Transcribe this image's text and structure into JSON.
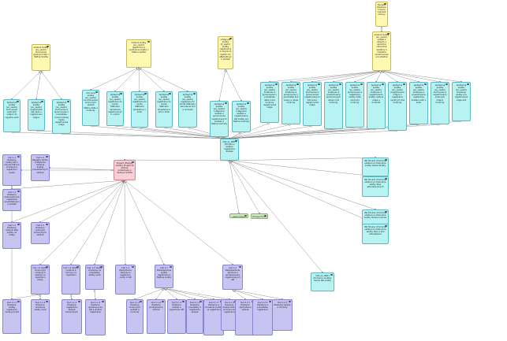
{
  "diagram": {
    "nodes": [
      {
        "id": "y_top",
        "color": "yellow",
        "text": "Zaviesti Riadenie trvania cezcelie zmlúvy"
      },
      {
        "id": "y1",
        "color": "yellow",
        "text": "Osobné služby (sú_vsetci) zlučovanie osobných dát v Štátne Služba"
      },
      {
        "id": "y2",
        "color": "yellow",
        "text": "Osobné služby (sú_vsetci) registrácia a využívanie služby v Štátne službe"
      },
      {
        "id": "y3",
        "color": "yellow",
        "text": "Integrujte služby (K_vsetci) služby registračný a migračný systém do eBalosťových služieb"
      },
      {
        "id": "y4",
        "color": "yellow",
        "text": "Osobné služby (sú_vsetci) služba a záujem o spoločné zdravotné systémy a zriadené oznamovanie pre ostatné"
      },
      {
        "id": "c1",
        "color": "cyan",
        "text": "Aplikačná služba (sú_vsetci) zlučovanie osobných údajov do registra osôb"
      },
      {
        "id": "c2",
        "color": "cyan",
        "text": "Aplikačná služba (sú_vsetci) poskytnutie dát osôb v registrovaní údajov"
      },
      {
        "id": "c3",
        "color": "cyan",
        "text": "Aplikačná služba (sú_vsetci) zlučovanie a spracovanie v prevádzke funkcionálnej logiky registrované údaje"
      },
      {
        "id": "c4",
        "color": "cyan",
        "text": "Koncová služba (sú_vsetci) kontrolovanie zmluvných služieb Štátne dáta a hodnoty"
      },
      {
        "id": "c5",
        "color": "cyan",
        "text": "Aplikačná služba (sú_vsetci) registrácia do konta Štátneho zariadenia registrovaných v kódu"
      },
      {
        "id": "c6",
        "color": "cyan",
        "text": "Aplikačná služba (sú_vsetci) registrácia do konta Štátneho zariadenia v kódu"
      },
      {
        "id": "c7",
        "color": "cyan",
        "text": "Aplikačná služba (sú_vsetci) registrácia do konta Štátneho zariadenia a kód v kódu"
      },
      {
        "id": "c8",
        "color": "cyan",
        "text": "Aplikačná služba (sú_vsetci) registrácia do konta Štátneho zariadenia kód a hodnota"
      },
      {
        "id": "c9",
        "color": "cyan",
        "text": "Aplikačná služba (sú_vsetci) Integrácia služieb a spracovanie registrovaných služieb a Štátne hodnoty"
      },
      {
        "id": "c10",
        "color": "cyan",
        "text": "Aplikačná služba (sú_vsetci) Integrácia služieb a registrovanie API služby pre Štátne hodnoty"
      },
      {
        "id": "c11",
        "color": "cyan",
        "text": "Aplikačná služba (sú_vsetci) zriadenie a spravovanie v prevádzke dáta a kód hodnoty registrované údaje"
      },
      {
        "id": "c12",
        "color": "cyan",
        "text": "Aplikačná služba (sú_vsetci) zriadenie a spravovanie v prevádzke kód osoby a údaje hodnoty"
      },
      {
        "id": "c13",
        "color": "cyan",
        "text": "Aplikačná služba (sú_vsetci) zlučovanie a spravovanie registrovaných dát osoby registrované údaje"
      },
      {
        "id": "c14",
        "color": "cyan",
        "text": "Aplikačná služba (sú_vsetci) zriadenie a poskytovanie spravovaných údajov kód hodnoty"
      },
      {
        "id": "c15",
        "color": "cyan",
        "text": "Aplikačná služba (sú_vsetci) spravovanie a registrácia služby dáta osôb kód hodnoty"
      },
      {
        "id": "c16",
        "color": "cyan",
        "text": "Aplikačná služba (sú_vsetci) zriadenie a registrovanie služby osobné údaje a hodnota"
      },
      {
        "id": "c17",
        "color": "cyan",
        "text": "Aplikačná služba (sú_vsetci) poskytovanie údajov z registrácie osobných dát hodnoty"
      },
      {
        "id": "c18",
        "color": "cyan",
        "text": "Aplikačná služba (sú_vsetci) zriadenie a poskytovanie registrácie služieb osôb v kódu"
      },
      {
        "id": "c19",
        "color": "cyan",
        "text": "Aplikačná služba (sú_vsetci) zlučovanie a registrovanie osobných údajov hodnoty"
      },
      {
        "id": "c20",
        "color": "cyan",
        "text": "Aplikačná služba (sú_vsetci) zriadenie služby pre registrované údaje kód"
      },
      {
        "id": "isr",
        "color": "cyan",
        "text": "ISR (sú_ISRT) (Primárnu služba) registrácia Služieb"
      },
      {
        "id": "isr1",
        "color": "cyan",
        "text": "ISR Štrukúr (Primárna služba) na zdravotné služby Verzia Služby"
      },
      {
        "id": "isr2",
        "color": "cyan",
        "text": "ISR Štrukúr (Primárna služba) na zdravotné služby Stav aktualizovaných"
      },
      {
        "id": "isr3",
        "color": "cyan",
        "text": "ISR Štrukúr (Primárna služba) na zdravotné služby Verzia hodnota"
      },
      {
        "id": "isr4",
        "color": "cyan",
        "text": "ISR Štrukúr (Primárna služba) na zdravotné služby Stav a kód aktualizácie"
      },
      {
        "id": "isr5",
        "color": "cyan",
        "text": "ISR (sú_ISRT) (Primárnu služba) Verzie ISR služby"
      },
      {
        "id": "pink",
        "color": "pink",
        "text": "Projekt (Modely služby) Projekčné dátové požiadavky a riadenie Služba"
      },
      {
        "id": "g1",
        "color": "green",
        "text": "Avani Cloud"
      },
      {
        "id": "g2",
        "color": "green",
        "text": "Orange Cloud"
      },
      {
        "id": "l1",
        "color": "lav",
        "text": "Cieľ 1.1 Riadenie služby API v zmysle ISR pre zriadené a registráciu osoby"
      },
      {
        "id": "l2",
        "color": "lav",
        "text": "Cieľ 1.2 Register služby a Štátneho riadenia kvality prevádzkových služieb"
      },
      {
        "id": "l3",
        "color": "lav",
        "text": "Cieľ 1.3 Riadenie zodpovednosti registrácie prevádzkovania služieb"
      },
      {
        "id": "l4",
        "color": "lav",
        "text": "Cieľ 1.4 Riadenie osobné dáta služby na údaje"
      },
      {
        "id": "l5",
        "color": "lav",
        "text": "Cieľ 1.5 Riadenie osobných zdravotných služieb"
      },
      {
        "id": "l6",
        "color": "lav",
        "text": "Cieľ 1.1 Služby zmluvných riadených služieb na registrácii osoby"
      },
      {
        "id": "l7",
        "color": "lav",
        "text": "Cieľ 1.2 Služby riadenia a zmluvy na registrácii"
      },
      {
        "id": "l8",
        "color": "lav",
        "text": "Cieľ 1.3 Služby zriadenia na prevádzku služby osôb"
      },
      {
        "id": "l9",
        "color": "lav",
        "text": "Cieľ 1.4 Zjednotenie služieb na registráciu osoby a ISR"
      },
      {
        "id": "l10",
        "color": "lav",
        "text": "Cieľ 2.1 Zabezpečenie služby registrácie a Štátnej služby"
      },
      {
        "id": "l11",
        "color": "lav",
        "text": "Cieľ 2.2 Zabezpečenie zlúčenia a sprístupnenia registrovaných dát"
      },
      {
        "id": "l12",
        "color": "lav",
        "text": "Cieľ 1.1.1 Riadenie služby registrácie osobných dát"
      },
      {
        "id": "l13",
        "color": "lav",
        "text": "Cieľ 1.1.2 Riadenie zriadenia služby osôb"
      },
      {
        "id": "l14",
        "color": "lav",
        "text": "Cieľ 1.1.3 Riadenie registrácie služieb zdravotných"
      },
      {
        "id": "l15",
        "color": "lav",
        "text": "Cieľ 1.1.4 Riadenie sprístupnenia dát a služieb registrácie"
      },
      {
        "id": "l16",
        "color": "lav",
        "text": "Cieľ 1.1.5 Riadenie zmluvných služieb a hodnoty"
      },
      {
        "id": "l17",
        "color": "lav",
        "text": "Cieľ 1.1.6 Riadenie poskytovania služieb"
      },
      {
        "id": "l18",
        "color": "lav",
        "text": "Cieľ 2.1.1 Riadenie služieb a registrácie dát"
      },
      {
        "id": "l19",
        "color": "lav",
        "text": "Cieľ 2.1.2 Riadenie prevádzky a registrácie služieb"
      },
      {
        "id": "l20",
        "color": "lav",
        "text": "Cieľ 2.1.3 Riadenie a zriadenie služieb na registráciu"
      },
      {
        "id": "l21",
        "color": "lav",
        "text": "Cieľ 2.1.4 Riadenie dostupnosti a zlúčenia dát registrácie"
      },
      {
        "id": "l22",
        "color": "lav",
        "text": "Cieľ 2.2.1 Riadenie zjednotenia služieb"
      },
      {
        "id": "l23",
        "color": "lav",
        "text": "Cieľ 2.2.2 Riadenie a prevádzka registrácie"
      },
      {
        "id": "l24",
        "color": "lav",
        "text": "Cieľ 2.2.3 Riadenie služieb a hodnoty"
      }
    ],
    "edges": [
      [
        "y_top",
        "y4"
      ],
      [
        "y1",
        "c1"
      ],
      [
        "y1",
        "c2"
      ],
      [
        "y1",
        "c3"
      ],
      [
        "y2",
        "c4"
      ],
      [
        "y2",
        "c5"
      ],
      [
        "y2",
        "c6"
      ],
      [
        "y2",
        "c7"
      ],
      [
        "y2",
        "c8"
      ],
      [
        "y3",
        "c9"
      ],
      [
        "y3",
        "c10"
      ],
      [
        "y4",
        "c11"
      ],
      [
        "y4",
        "c12"
      ],
      [
        "y4",
        "c13"
      ],
      [
        "y4",
        "c14"
      ],
      [
        "y4",
        "c15"
      ],
      [
        "y4",
        "c16"
      ],
      [
        "y4",
        "c17"
      ],
      [
        "y4",
        "c18"
      ],
      [
        "y4",
        "c19"
      ],
      [
        "y4",
        "c20"
      ],
      [
        "c1",
        "isr"
      ],
      [
        "c2",
        "isr"
      ],
      [
        "c3",
        "isr"
      ],
      [
        "c4",
        "isr"
      ],
      [
        "c5",
        "isr"
      ],
      [
        "c6",
        "isr"
      ],
      [
        "c7",
        "isr"
      ],
      [
        "c8",
        "isr"
      ],
      [
        "c9",
        "isr"
      ],
      [
        "c10",
        "isr"
      ],
      [
        "c11",
        "isr"
      ],
      [
        "c12",
        "isr"
      ],
      [
        "c13",
        "isr"
      ],
      [
        "c14",
        "isr"
      ],
      [
        "c15",
        "isr"
      ],
      [
        "c16",
        "isr"
      ],
      [
        "c17",
        "isr"
      ],
      [
        "c18",
        "isr"
      ],
      [
        "c19",
        "isr"
      ],
      [
        "c20",
        "isr"
      ],
      [
        "isr",
        "isr1"
      ],
      [
        "isr",
        "isr2"
      ],
      [
        "isr",
        "isr3"
      ],
      [
        "isr",
        "isr4"
      ],
      [
        "isr",
        "isr5"
      ],
      [
        "isr",
        "g1"
      ],
      [
        "isr",
        "g2"
      ],
      [
        "isr",
        "pink"
      ],
      [
        "pink",
        "l1"
      ],
      [
        "pink",
        "l2"
      ],
      [
        "pink",
        "l3"
      ],
      [
        "pink",
        "l4"
      ],
      [
        "pink",
        "l5"
      ],
      [
        "pink",
        "l6"
      ],
      [
        "pink",
        "l7"
      ],
      [
        "pink",
        "l8"
      ],
      [
        "pink",
        "l9"
      ],
      [
        "pink",
        "l10"
      ],
      [
        "pink",
        "l11"
      ],
      [
        "l1",
        "l12"
      ],
      [
        "l6",
        "l12"
      ],
      [
        "l6",
        "l13"
      ],
      [
        "l7",
        "l14"
      ],
      [
        "l8",
        "l15"
      ],
      [
        "l10",
        "l16"
      ],
      [
        "l10",
        "l17"
      ],
      [
        "l10",
        "l18"
      ],
      [
        "l10",
        "l19"
      ],
      [
        "l10",
        "l20"
      ],
      [
        "l10",
        "l21"
      ],
      [
        "l11",
        "l22"
      ],
      [
        "l11",
        "l23"
      ],
      [
        "l11",
        "l24"
      ]
    ]
  }
}
